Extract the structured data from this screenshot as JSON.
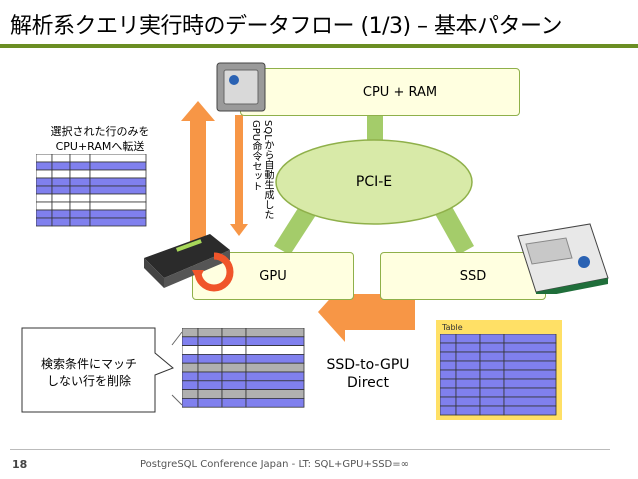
{
  "title": "解析系クエリ実行時のデータフロー (1/3) – 基本パターン",
  "nodes": {
    "cpu_ram": "CPU + RAM",
    "pcie": "PCI-E",
    "gpu": "GPU",
    "ssd": "SSD"
  },
  "annotations": {
    "transfer_caption_line1": "選択された行のみを",
    "transfer_caption_line2": "CPU+RAMへ転送",
    "sql_gpu_caption": "SQLから自動生成した GPU命令セット",
    "filter_caption_line1": "検索条件にマッチ",
    "filter_caption_line2": "しない行を削除",
    "ssd_gpu_line1": "SSD-to-GPU",
    "ssd_gpu_line2": "Direct",
    "table_label": "Table"
  },
  "footer": {
    "page_number": "18",
    "text": "PostgreSQL Conference Japan - LT: SQL+GPU+SSD=∞"
  },
  "colors": {
    "accent_green": "#6b8e23",
    "link_green": "#a4cc6a",
    "box_fill": "#ffffe0",
    "ellipse_fill": "#d8eaa8",
    "arrow_orange": "#f79646",
    "row_blue": "#8080ee",
    "row_white": "#ffffff",
    "row_gray": "#b0b0b0",
    "table_header_yellow": "#ffe066"
  },
  "icons": {
    "cpu": "cpu-chip-icon",
    "gpu": "gpu-card-icon",
    "ssd": "ssd-card-icon",
    "refresh": "refresh-cycle-icon"
  }
}
